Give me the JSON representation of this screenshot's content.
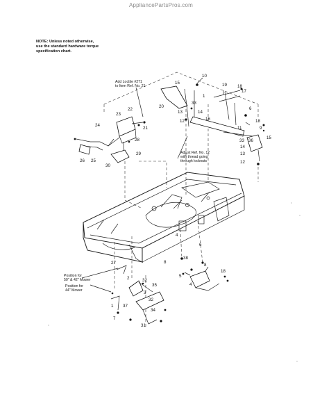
{
  "watermark": "AppliancePartsPros.com",
  "note": {
    "line1": "NOTE: Unless noted otherwise,",
    "line2": "use the standard hardware torque",
    "line3": "specification chart."
  },
  "annotations": {
    "loctite_1": "Add Loctite #271",
    "loctite_2": "to Item Ref. No. 21",
    "adjust_1": "Adjust Ref. No. 12",
    "adjust_2": "with thread going",
    "adjust_3": "through locknuts",
    "pos50_1": "Position for",
    "pos50_2": "50\" & 42\" Mower",
    "pos44_1": "Position for",
    "pos44_2": "44\" Mower"
  },
  "callouts": [
    {
      "id": "c10",
      "text": "10"
    },
    {
      "id": "c15a",
      "text": "15"
    },
    {
      "id": "c19",
      "text": "19"
    },
    {
      "id": "c18a",
      "text": "18"
    },
    {
      "id": "c17",
      "text": "17"
    },
    {
      "id": "c33a",
      "text": "33"
    },
    {
      "id": "c1a",
      "text": "1"
    },
    {
      "id": "c20",
      "text": "20"
    },
    {
      "id": "c13a",
      "text": "13"
    },
    {
      "id": "c14a",
      "text": "14"
    },
    {
      "id": "c16",
      "text": "16"
    },
    {
      "id": "c6a",
      "text": "6"
    },
    {
      "id": "c12a",
      "text": "12"
    },
    {
      "id": "c11",
      "text": "11"
    },
    {
      "id": "c18b",
      "text": "18"
    },
    {
      "id": "c9",
      "text": "9"
    },
    {
      "id": "c22",
      "text": "22"
    },
    {
      "id": "c23",
      "text": "23"
    },
    {
      "id": "c21",
      "text": "21"
    },
    {
      "id": "c24",
      "text": "24"
    },
    {
      "id": "c28",
      "text": "28"
    },
    {
      "id": "c29",
      "text": "29"
    },
    {
      "id": "c26",
      "text": "26"
    },
    {
      "id": "c25",
      "text": "25"
    },
    {
      "id": "c30",
      "text": "30"
    },
    {
      "id": "c33b",
      "text": "33"
    },
    {
      "id": "c36",
      "text": "36"
    },
    {
      "id": "c15b",
      "text": "15"
    },
    {
      "id": "c14b",
      "text": "14"
    },
    {
      "id": "c13b",
      "text": "13"
    },
    {
      "id": "c12b",
      "text": "12"
    },
    {
      "id": "c4a",
      "text": "4"
    },
    {
      "id": "c6b",
      "text": "6"
    },
    {
      "id": "c8a",
      "text": "8"
    },
    {
      "id": "c27",
      "text": "27"
    },
    {
      "id": "c38",
      "text": "38"
    },
    {
      "id": "c8b",
      "text": "8"
    },
    {
      "id": "c18c",
      "text": "18"
    },
    {
      "id": "c5",
      "text": "5"
    },
    {
      "id": "c4b",
      "text": "4"
    },
    {
      "id": "c2",
      "text": "2"
    },
    {
      "id": "c32a",
      "text": "32"
    },
    {
      "id": "c35",
      "text": "35"
    },
    {
      "id": "c3",
      "text": "3"
    },
    {
      "id": "c32b",
      "text": "32"
    },
    {
      "id": "c37",
      "text": "37"
    },
    {
      "id": "c1b",
      "text": "1"
    },
    {
      "id": "c34",
      "text": "34"
    },
    {
      "id": "c7",
      "text": "7"
    },
    {
      "id": "c31",
      "text": "31"
    }
  ]
}
